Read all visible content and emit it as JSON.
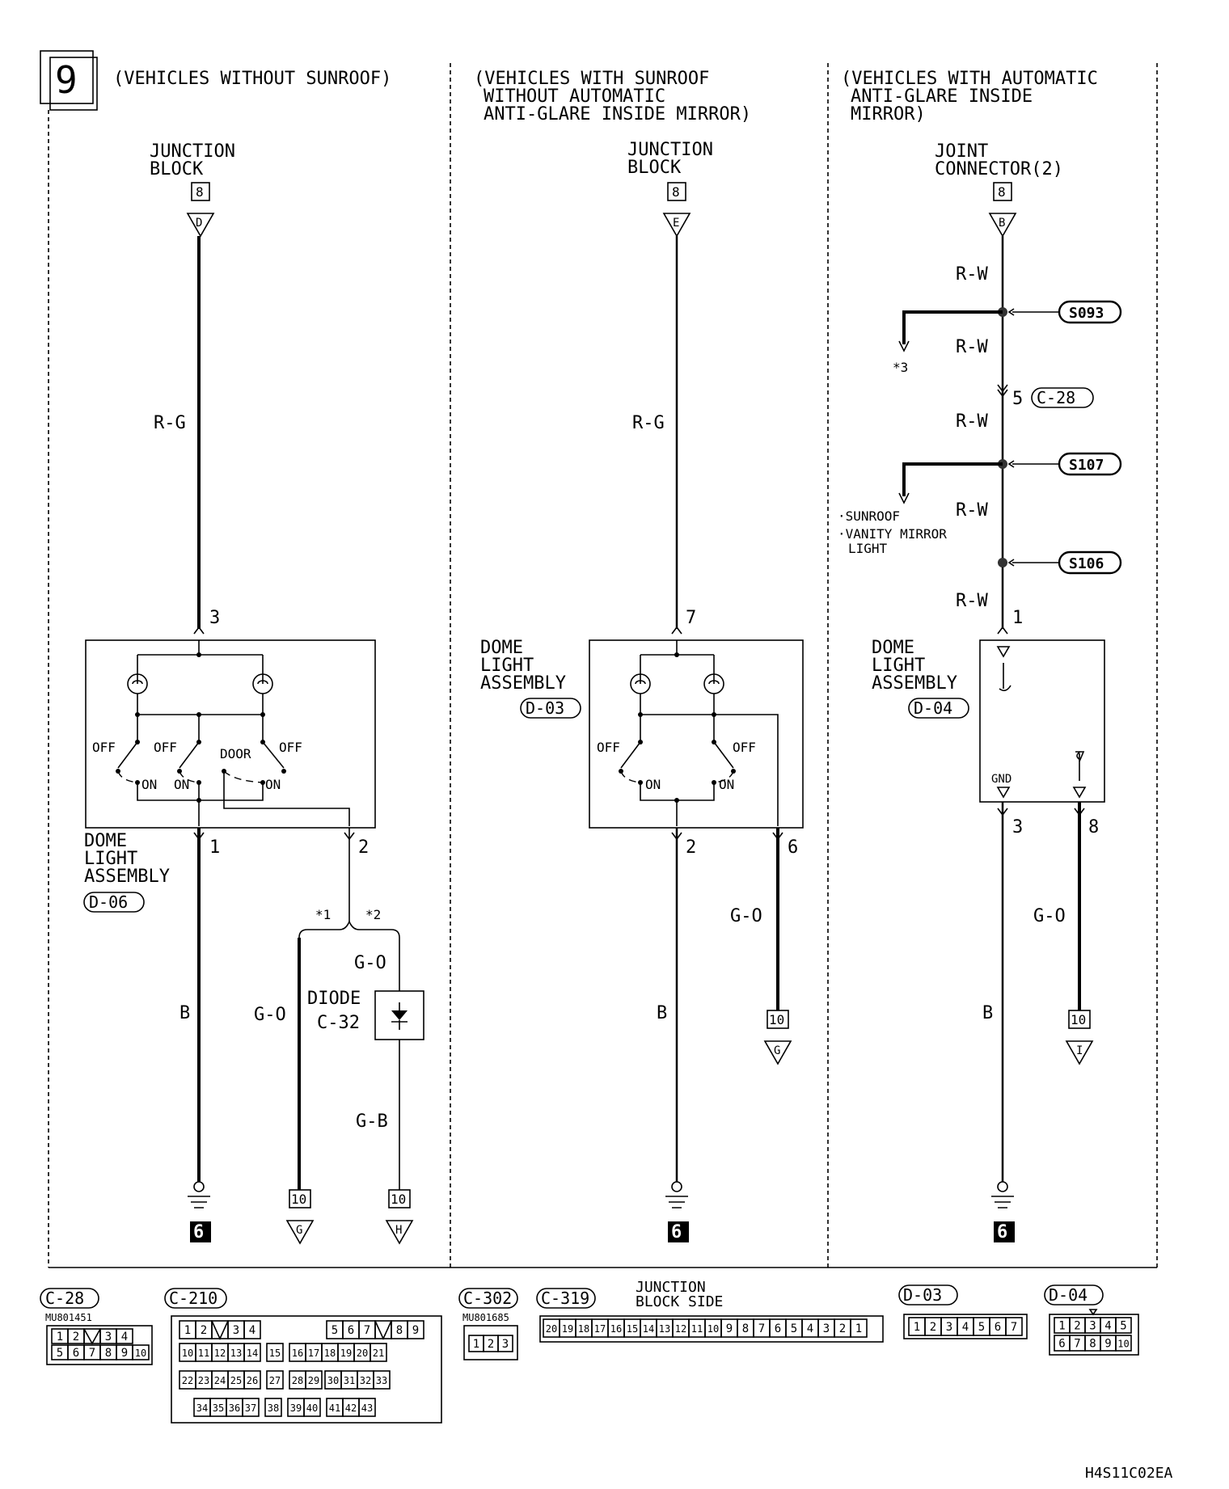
{
  "page_number": "9",
  "figure_code": "H4S11C02EA",
  "sections": [
    {
      "title_lines": [
        "(VEHICLES WITHOUT SUNROOF)"
      ],
      "source_label_lines": [
        "JUNCTION",
        "BLOCK"
      ],
      "source_ref": "8",
      "source_terminal": "D",
      "wire_main": "R-G",
      "assembly_in_pin": "3",
      "assembly_label_lines": [
        "DOME",
        "LIGHT",
        "ASSEMBLY"
      ],
      "assembly_connector": "D-06",
      "switch_labels": [
        "OFF",
        "OFF",
        "DOOR",
        "OFF",
        "ON",
        "ON",
        "ON"
      ],
      "out_pin_a": "1",
      "out_pin_b": "2",
      "wire_ground": "B",
      "ground_ref": "6",
      "branch_1": "*1",
      "branch_2": "*2",
      "wire_b1": "G-O",
      "wire_b2_top": "G-O",
      "diode_label_lines": [
        "DIODE",
        "C-32"
      ],
      "wire_b2_bottom": "G-B",
      "end_ref_1": "10",
      "end_terminal_1": "G",
      "end_ref_2": "10",
      "end_terminal_2": "H"
    },
    {
      "title_lines": [
        "(VEHICLES WITH SUNROOF",
        "WITHOUT AUTOMATIC",
        "ANTI-GLARE INSIDE MIRROR)"
      ],
      "source_label_lines": [
        "JUNCTION",
        "BLOCK"
      ],
      "source_ref": "8",
      "source_terminal": "E",
      "wire_main": "R-G",
      "assembly_in_pin": "7",
      "assembly_label_lines": [
        "DOME",
        "LIGHT",
        "ASSEMBLY"
      ],
      "assembly_connector": "D-03",
      "switch_labels": [
        "OFF",
        "OFF",
        "ON",
        "ON"
      ],
      "out_pin_a": "2",
      "out_pin_b": "6",
      "wire_ground": "B",
      "ground_ref": "6",
      "wire_b1": "G-O",
      "end_ref_1": "10",
      "end_terminal_1": "G"
    },
    {
      "title_lines": [
        "(VEHICLES WITH AUTOMATIC",
        "ANTI-GLARE INSIDE",
        "MIRROR)"
      ],
      "source_label_lines": [
        "JOINT",
        "CONNECTOR(2)"
      ],
      "source_ref": "8",
      "source_terminal": "B",
      "wire_main": "R-W",
      "splices": [
        "S093",
        "S107",
        "S106"
      ],
      "splice_branch_1": "*3",
      "c28_pin": "5",
      "c28_label": "C-28",
      "splice_branch_2_lines": [
        "·SUNROOF",
        "·VANITY MIRROR",
        "LIGHT"
      ],
      "assembly_in_pin": "1",
      "assembly_label_lines": [
        "DOME",
        "LIGHT",
        "ASSEMBLY"
      ],
      "assembly_connector": "D-04",
      "gnd_label": "GND",
      "out_pin_a": "3",
      "out_pin_b": "8",
      "wire_ground": "B",
      "ground_ref": "6",
      "wire_b1": "G-O",
      "end_ref_1": "10",
      "end_terminal_1": "I"
    }
  ],
  "connectors": {
    "c28": {
      "label": "C-28",
      "part": "MU801451",
      "row1": [
        "1",
        "2",
        "",
        "3",
        "4"
      ],
      "row2": [
        "5",
        "6",
        "7",
        "8",
        "9",
        "10"
      ]
    },
    "c210": {
      "label": "C-210",
      "row1": [
        "1",
        "2",
        "",
        "3",
        "4",
        "5",
        "6",
        "7",
        "",
        "8",
        "9"
      ],
      "row2": [
        "10",
        "11",
        "12",
        "13",
        "14",
        "15",
        "16",
        "17",
        "18",
        "19",
        "20",
        "21"
      ],
      "row3": [
        "22",
        "23",
        "24",
        "25",
        "26",
        "27",
        "28",
        "29",
        "30",
        "31",
        "32",
        "33"
      ],
      "row4": [
        "34",
        "35",
        "36",
        "37",
        "38",
        "39",
        "40",
        "41",
        "42",
        "43"
      ]
    },
    "c302": {
      "label": "C-302",
      "part": "MU801685",
      "pins": [
        "1",
        "2",
        "3"
      ]
    },
    "c319": {
      "label": "C-319",
      "note_lines": [
        "JUNCTION",
        "BLOCK SIDE"
      ],
      "pins": [
        "20",
        "19",
        "18",
        "17",
        "16",
        "15",
        "14",
        "13",
        "12",
        "11",
        "10",
        "9",
        "8",
        "7",
        "6",
        "5",
        "4",
        "3",
        "2",
        "1"
      ]
    },
    "d03": {
      "label": "D-03",
      "pins": [
        "1",
        "2",
        "3",
        "4",
        "5",
        "6",
        "7"
      ]
    },
    "d04": {
      "label": "D-04",
      "row1": [
        "1",
        "2",
        "3",
        "4",
        "5"
      ],
      "row2": [
        "6",
        "7",
        "8",
        "9",
        "10"
      ]
    }
  }
}
